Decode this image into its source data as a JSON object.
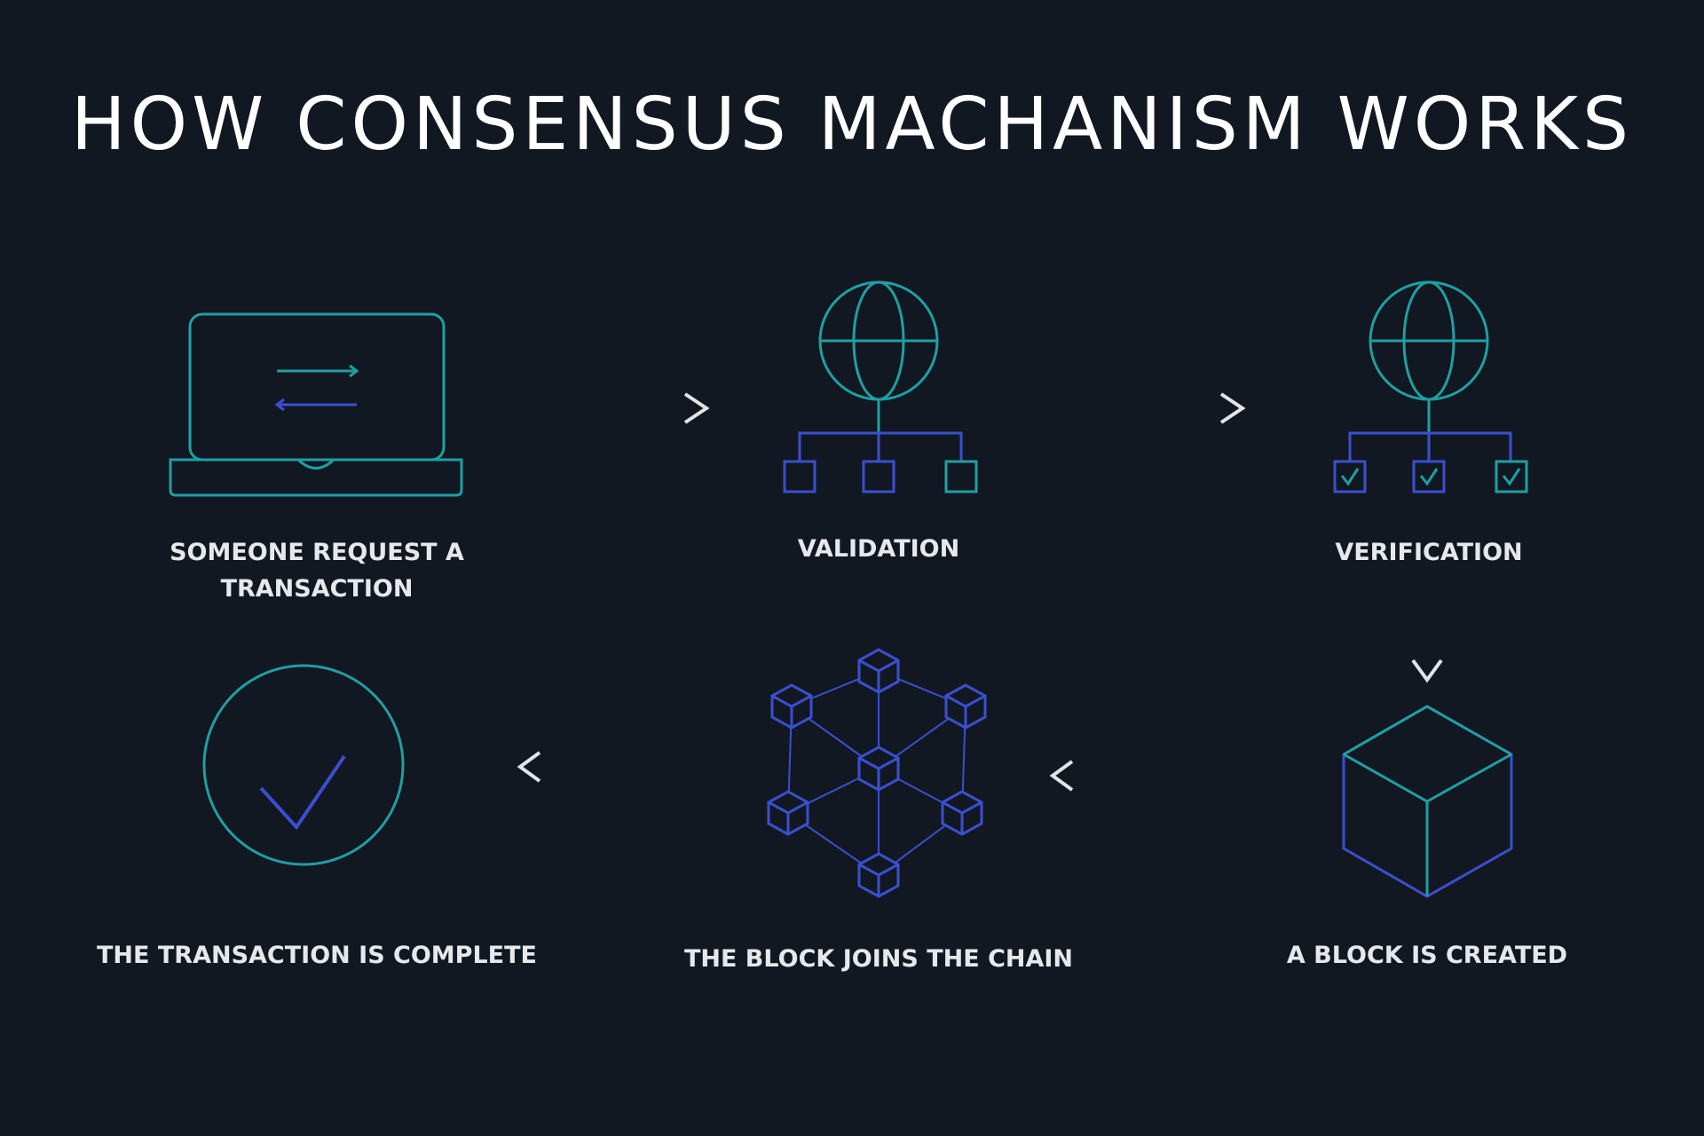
{
  "title": "HOW CONSENSUS MACHANISM WORKS",
  "colors": {
    "background": "#111821",
    "teal": "#1f9fa3",
    "blue": "#3a4fd0",
    "arrow": "#e4e4e4",
    "text": "#e6e8eb"
  },
  "steps": [
    {
      "label_lines": [
        "SOMEONE REQUEST A",
        "TRANSACTION"
      ],
      "icon": "laptop-exchange-icon"
    },
    {
      "label_lines": [
        "VALIDATION"
      ],
      "icon": "globe-network-icon"
    },
    {
      "label_lines": [
        "VERIFICATION"
      ],
      "icon": "globe-network-checked-icon"
    },
    {
      "label_lines": [
        "A BLOCK IS CREATED"
      ],
      "icon": "cube-icon"
    },
    {
      "label_lines": [
        "THE BLOCK JOINS THE CHAIN"
      ],
      "icon": "block-chain-icon"
    },
    {
      "label_lines": [
        "THE TRANSACTION IS COMPLETE"
      ],
      "icon": "check-circle-icon"
    }
  ]
}
